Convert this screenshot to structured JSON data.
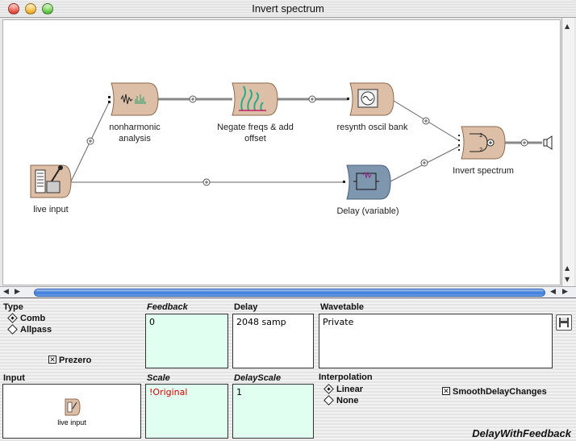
{
  "window": {
    "title": "Invert spectrum"
  },
  "colors": {
    "accent": "#3d7ad8",
    "field_bg": "#e0fff0",
    "error_text": "#d00000"
  },
  "nodes": {
    "nonharmonic": {
      "label": "nonharmonic\nanalysis",
      "icon": "spectrum-analysis-icon"
    },
    "negate": {
      "label": "Negate freqs & add\noffset",
      "icon": "spectrum-flip-icon"
    },
    "resynth": {
      "label": "resynth oscil bank",
      "icon": "oscillator-icon"
    },
    "invert": {
      "label": "Invert spectrum",
      "icon": "mixer-icon"
    },
    "live": {
      "label": "live input",
      "icon": "live-input-icon"
    },
    "delay": {
      "label": "Delay (variable)",
      "icon": "delay-icon"
    },
    "output": {
      "icon": "speaker-icon"
    }
  },
  "inspector": {
    "type": {
      "label": "Type",
      "options": [
        "Comb",
        "Allpass"
      ],
      "selected": "Comb"
    },
    "prezero": {
      "label": "Prezero",
      "checked": true
    },
    "feedback": {
      "label": "Feedback",
      "value": "0"
    },
    "delay": {
      "label": "Delay",
      "value": "2048 samp"
    },
    "wavetable": {
      "label": "Wavetable",
      "value": "Private"
    },
    "input": {
      "label": "Input",
      "value": "live input"
    },
    "scale": {
      "label": "Scale",
      "value": "!Original"
    },
    "delayscale": {
      "label": "DelayScale",
      "value": "1"
    },
    "interpolation": {
      "label": "Interpolation",
      "options": [
        "Linear",
        "None"
      ],
      "selected": "Linear"
    },
    "smooth": {
      "label": "SmoothDelayChanges",
      "checked": true
    },
    "class_name": "DelayWithFeedback"
  }
}
